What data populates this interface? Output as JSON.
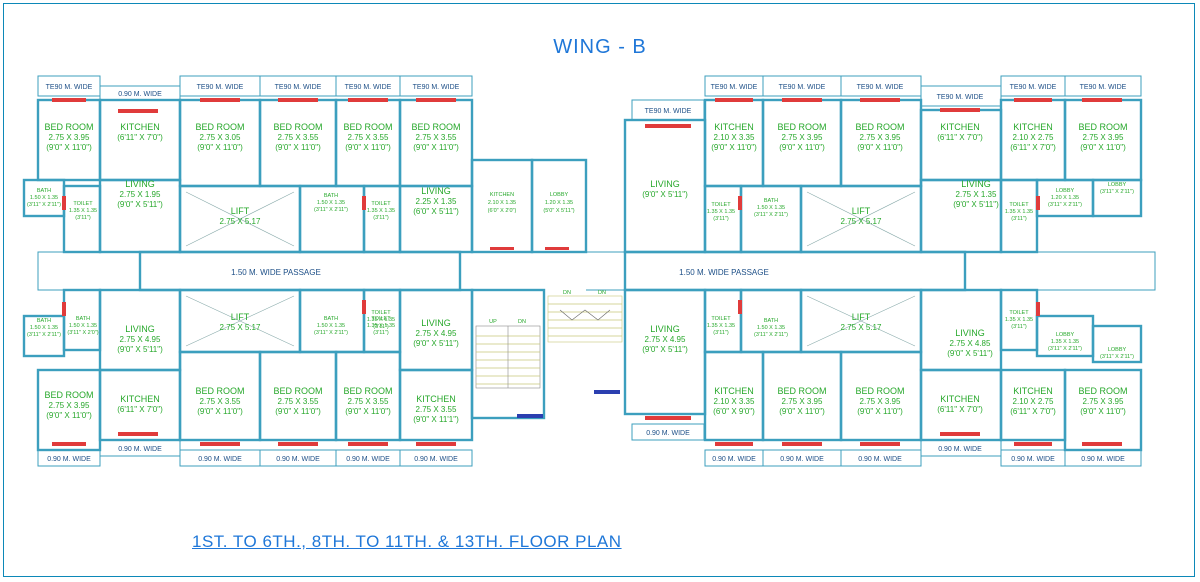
{
  "title": "WING - B",
  "footer": "1ST. TO 6TH., 8TH. TO 11TH. & 13TH. FLOOR PLAN",
  "passages": [
    "1.50 M. WIDE PASSAGE",
    "1.50 M. WIDE PASSAGE"
  ],
  "core": {
    "kitchen": [
      "KITCHEN",
      "2.10 X 1.35",
      "(6'0\" X 2'0\")"
    ],
    "lobby": [
      "LOBBY",
      "1.20 X 1.35",
      "(5'0\" X 5'11\")"
    ],
    "up": "UP",
    "dn": "DN"
  },
  "balconies_top": [
    "TE90 M. WIDE",
    "0.90 M. WIDE",
    "TE90 M. WIDE",
    "TE90 M. WIDE",
    "TE90 M. WIDE",
    "TE90 M. WIDE",
    "TE90 M. WIDE",
    "TE90 M. WIDE",
    "TE90 M. WIDE",
    "TE90 M. WIDE",
    "TE90 M. WIDE",
    "TE90 M. WIDE",
    "TE90 M. WIDE",
    "TE90 M. WIDE"
  ],
  "balconies_bottom": [
    "0.90 M. WIDE",
    "0.90 M. WIDE",
    "0.90 M. WIDE",
    "0.90 M. WIDE",
    "0.90 M. WIDE",
    "0.90 M. WIDE",
    "0.90 M. WIDE",
    "0.90 M. WIDE",
    "0.90 M. WIDE",
    "0.90 M. WIDE",
    "0.90 M. WIDE",
    "0.90 M. WIDE",
    "0.90 M. WIDE",
    "0.90 M. WIDE",
    "0.90 M. WIDE"
  ],
  "rooms": [
    {
      "t": "BED ROOM",
      "d": "2.75 X 3.95",
      "f": "(9'0\" X 11'0\")"
    },
    {
      "t": "KITCHEN",
      "d": "",
      "f": "(6'11\" X 7'0\")"
    },
    {
      "t": "BED ROOM",
      "d": "2.75 X 3.05",
      "f": "(9'0\" X 11'0\")"
    },
    {
      "t": "BED ROOM",
      "d": "2.75 X 3.55",
      "f": "(9'0\" X 11'0\")"
    },
    {
      "t": "BED ROOM",
      "d": "2.75 X 3.55",
      "f": "(9'0\" X 11'0\")"
    },
    {
      "t": "BED ROOM",
      "d": "2.75 X 3.55",
      "f": "(9'0\" X 11'0\")"
    },
    {
      "t": "LIVING",
      "d": "2.75 X 1.95",
      "f": "(9'0\" X 5'11\")"
    },
    {
      "t": "LIFT",
      "d": "2.75 X 5.17",
      "f": ""
    },
    {
      "t": "LIVING",
      "d": "2.25 X 1.35",
      "f": "(6'0\" X 5'11\")"
    },
    {
      "t": "BATH",
      "d": "1.50 X 1.35",
      "f": "(3'11\" X 2'11\")"
    },
    {
      "t": "TOILET",
      "d": "1.35 X 1.35",
      "f": "(3'11\")"
    },
    {
      "t": "TOILET",
      "d": "1.35 X 1.35",
      "f": "(3'11\")"
    },
    {
      "t": "BATH",
      "d": "1.50 X 1.35",
      "f": "(3'11\" X 2'11\")"
    },
    {
      "t": "LIVING",
      "d": "2.75 X 4.95",
      "f": "(9'0\" X 5'11\")"
    },
    {
      "t": "LIFT",
      "d": "2.75 X 5.17",
      "f": ""
    },
    {
      "t": "LIVING",
      "d": "2.75 X 4.95",
      "f": "(9'0\" X 5'11\")"
    },
    {
      "t": "TOILET",
      "d": "1.35 X 1.35",
      "f": "(3'11\")"
    },
    {
      "t": "BATH",
      "d": "1.50 X 1.35",
      "f": "(3'11\" X 2'0\")"
    },
    {
      "t": "TOILET",
      "d": "1.35 X 1.35",
      "f": "(3'11\")"
    },
    {
      "t": "BED ROOM",
      "d": "2.75 X 3.95",
      "f": "(9'0\" X 11'0\")"
    },
    {
      "t": "KITCHEN",
      "d": "",
      "f": "(6'11\" X 7'0\")"
    },
    {
      "t": "BED ROOM",
      "d": "2.75 X 3.55",
      "f": "(9'0\" X 11'0\")"
    },
    {
      "t": "BED ROOM",
      "d": "2.75 X 3.55",
      "f": "(9'0\" X 11'0\")"
    },
    {
      "t": "BED ROOM",
      "d": "2.75 X 3.55",
      "f": "(9'0\" X 11'0\")"
    },
    {
      "t": "KITCHEN",
      "d": "2.75 X 3.55",
      "f": "(9'0\" X 11'1\")"
    },
    {
      "t": "KITCHEN",
      "d": "2.10 X 3.35",
      "f": "(6'0\" X 9'0\")"
    },
    {
      "t": "BED ROOM",
      "d": "2.75 X 3.95",
      "f": "(9'0\" X 11'0\")"
    },
    {
      "t": "BED ROOM",
      "d": "2.75 X 3.95",
      "f": "(9'0\" X 11'0\")"
    },
    {
      "t": "KITCHEN",
      "d": "",
      "f": "(6'11\" X 7'0\")"
    },
    {
      "t": "KITCHEN",
      "d": "2.10 X 2.75",
      "f": "(6'11\" X 7'0\")"
    },
    {
      "t": "BED ROOM",
      "d": "2.75 X 3.95",
      "f": "(9'0\" X 11'0\")"
    },
    {
      "t": "LIVING",
      "d": "",
      "f": "(9'0\" X 5'11\")"
    },
    {
      "t": "TOILET",
      "d": "1.35 X 1.35",
      "f": "(3'11\")"
    },
    {
      "t": "BATH",
      "d": "1.50 X 1.35",
      "f": "(3'11\" X 2'11\")"
    },
    {
      "t": "LIFT",
      "d": "2.75 X 5.17",
      "f": ""
    },
    {
      "t": "LIVING",
      "d": "2.75 X 1.35",
      "f": "(9'0\" X 5'11\")"
    },
    {
      "t": "TOILET",
      "d": "1.35 X 1.35",
      "f": "(3'11\")"
    },
    {
      "t": "LOBBY",
      "d": "1.20 X 1.35",
      "f": "(3'11\" X 2'11\")"
    },
    {
      "t": "LOBBY",
      "d": "",
      "f": "(3'11\" X 2'11\")"
    },
    {
      "t": "LIVING",
      "d": "2.75 X 4.95",
      "f": "(9'0\" X 5'11\")"
    },
    {
      "t": "TOILET",
      "d": "1.35 X 1.35",
      "f": "(3'11\")"
    },
    {
      "t": "BATH",
      "d": "1.50 X 1.35",
      "f": "(3'11\" X 2'11\")"
    },
    {
      "t": "LIFT",
      "d": "2.75 X 5.17",
      "f": ""
    },
    {
      "t": "LIVING",
      "d": "2.75 X 4.85",
      "f": "(9'0\" X 5'11\")"
    },
    {
      "t": "TOILET",
      "d": "1.35 X 1.35",
      "f": "(3'11\")"
    },
    {
      "t": "LOBBY",
      "d": "1.35 X 1.35",
      "f": "(3'11\" X 2'11\")"
    },
    {
      "t": "LOBBY",
      "d": "",
      "f": "(3'11\" X 2'11\")"
    },
    {
      "t": "KITCHEN",
      "d": "2.10 X 3.35",
      "f": "(9'0\" X 11'0\")"
    },
    {
      "t": "BED ROOM",
      "d": "2.75 X 3.95",
      "f": "(9'0\" X 11'0\")"
    },
    {
      "t": "BED ROOM",
      "d": "2.75 X 3.95",
      "f": "(9'0\" X 11'0\")"
    },
    {
      "t": "KITCHEN",
      "d": "",
      "f": "(6'11\" X 7'0\")"
    },
    {
      "t": "KITCHEN",
      "d": "2.10 X 2.75",
      "f": "(6'11\" X 7'0\")"
    },
    {
      "t": "BED ROOM",
      "d": "2.75 X 3.95",
      "f": "(9'0\" X 11'0\")"
    },
    {
      "t": "BATH",
      "d": "1.50 X 1.35",
      "f": "(3'11\" X 2'11\")"
    },
    {
      "t": "BATH",
      "d": "1.50 X 1.35",
      "f": "(3'11\" X 2'11\")"
    }
  ]
}
